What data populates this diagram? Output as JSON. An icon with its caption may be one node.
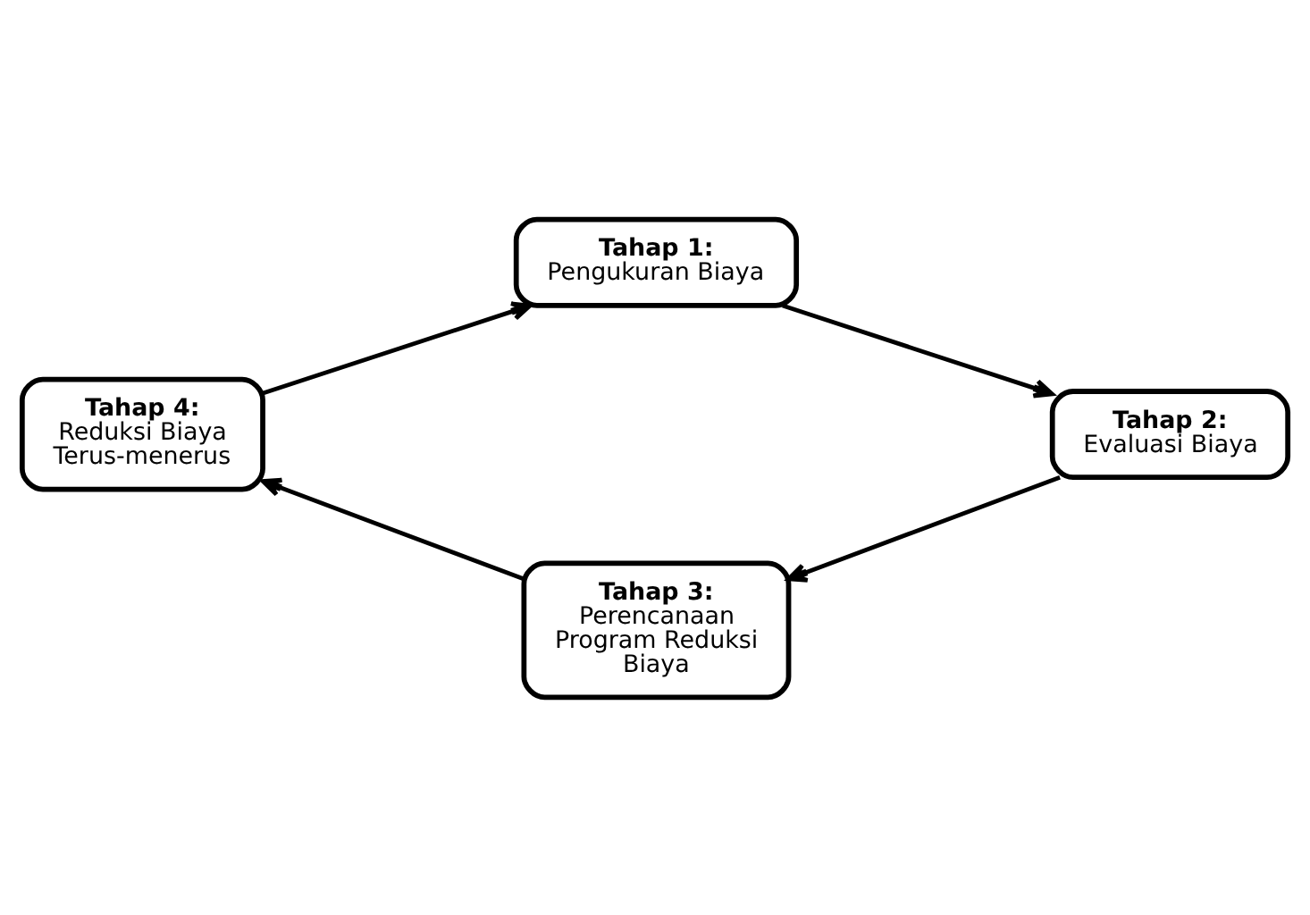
{
  "diagram": {
    "nodes": [
      {
        "text": [
          "Tahap 1:",
          "Pengukuran Biaya"
        ]
      },
      {
        "text": [
          "Tahap 2:",
          "Evaluasi Biaya"
        ]
      },
      {
        "text": [
          "Tahap 3:",
          "Perencanaan Program Reduksi Biaya"
        ]
      },
      {
        "text": [
          "Tahap 4:",
          "Reduksi Biaya Terus-menerus"
        ]
      }
    ],
    "edges": [
      {
        "from": 0,
        "to": 1,
        "arrow": "to"
      },
      {
        "from": 1,
        "to": 2,
        "arrow": "to"
      },
      {
        "from": 2,
        "to": 3,
        "arrow": "to"
      },
      {
        "from": 3,
        "to": 0,
        "arrow": "to"
      }
    ]
  }
}
